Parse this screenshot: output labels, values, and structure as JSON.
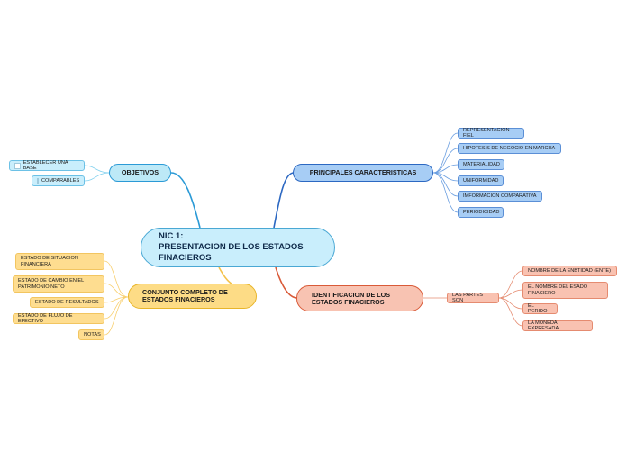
{
  "center": {
    "line1": "NIC 1:",
    "line2": "PRESENTACION DE LOS ESTADOS",
    "line3": "FINACIEROS"
  },
  "objetivos": {
    "label": "OBJETIVOS",
    "items": [
      "ESTABLECER UNA BASE",
      "COMPARABLES"
    ]
  },
  "principales": {
    "label": "PRINCIPALES CARACTERISTICAS",
    "items": [
      "REPRESENTACION FIEL",
      "HIPOTESIS DE NEGOCIO EN MARCHA",
      "MATERIALIDAD",
      "UNIFORMIDAD",
      "IMFORMACION COMPARATIVA",
      "PERIODICIDAD"
    ]
  },
  "conjunto": {
    "label_line1": "CONJUNTO COMPLETO DE",
    "label_line2": "ESTADOS FINACIEROS",
    "items": [
      {
        "l1": "ESTADO DE SITUACION",
        "l2": "FINANCIERA"
      },
      {
        "l1": "ESTADO DE CAMBIO EN EL",
        "l2": "PATRIMONIO NETO"
      },
      {
        "l1": "ESTADO DE RESULTADOS",
        "l2": ""
      },
      {
        "l1": "ESTADO DE FLUJO DE EFECTIVO",
        "l2": ""
      },
      {
        "l1": "NOTAS",
        "l2": ""
      }
    ]
  },
  "identificacion": {
    "label_line1": "IDENTIFICACION DE LOS",
    "label_line2": "ESTADOS FINACIEROS",
    "partes": "LAS PARTES SON",
    "items": [
      {
        "l1": "NOMBRE DE LA ENBTIDAD (ENTE)",
        "l2": ""
      },
      {
        "l1": "EL NOMBRE DEL ESADO",
        "l2": "FINACIERO"
      },
      {
        "l1": "EL PERIDO",
        "l2": ""
      },
      {
        "l1": "LA MONEDA EXPRESADA",
        "l2": ""
      }
    ]
  },
  "colors": {
    "blue": "#2c68c2",
    "cyan": "#2b9ad6",
    "yellow": "#f4c24a",
    "red": "#d95a38"
  }
}
